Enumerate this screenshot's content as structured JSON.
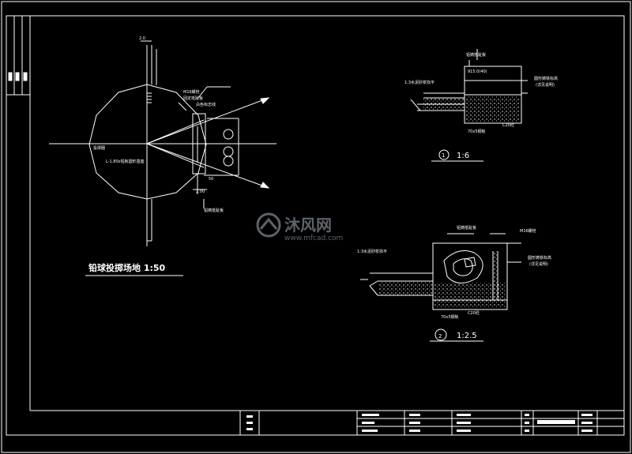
{
  "drawing": {
    "main_title": "铅球投掷场地  1:50",
    "detail1": {
      "scale": "1:6",
      "marker": "1"
    },
    "detail2": {
      "scale": "1:2.5",
      "marker": "2"
    },
    "labels": {
      "edge_note": "白色标志线",
      "m16_screw": "M16螺栓",
      "fix_note": "固定抵趾板",
      "circle_center": "投掷圈",
      "circle_note": "L-1.80x铅板圆形基座",
      "toe_board_a": "铝铸抵趾板",
      "toe_board_b": "铝铸抵趾板",
      "mortar_a": "1:3水泥砂浆找平",
      "mortar_b": "1:3水泥砂浆找平",
      "base_a": "C20砼",
      "base_b": "C20砼",
      "plate_a": "70x5钢板",
      "plate_b": "70x5钢板",
      "bolt_b": "M16螺栓",
      "ring_a": "圆形铸铁标高",
      "ring_a2": "(详见说明)",
      "ring_b": "圆形铸铁标高",
      "ring_b2": "(详见说明)",
      "dim_a": "915.0(40)",
      "dim_top": "2.0",
      "dim_side": "50",
      "dim_side2": "2.00"
    }
  },
  "watermark": {
    "brand": "沐风网",
    "url": "www.mfcad.com"
  },
  "colors": {
    "background": "#000000",
    "line": "#ffffff",
    "watermark": "#9aa3ad"
  }
}
